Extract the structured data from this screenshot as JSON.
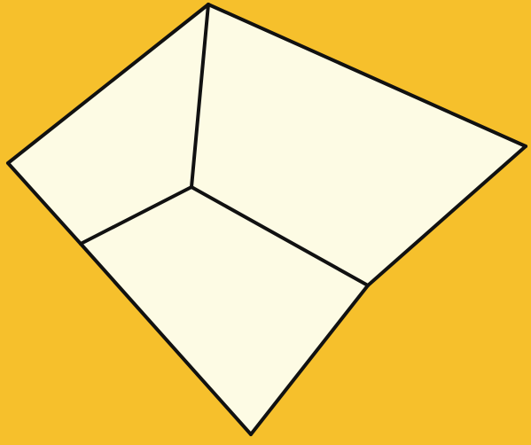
{
  "colors": {
    "background": "#f6c02c",
    "face_fill": "#fdfbe4",
    "edge_stroke": "#111111"
  },
  "figure": {
    "faces": [
      "left-wall-face",
      "back-wall-face",
      "floor-face"
    ],
    "edges": [
      "outer-edge-top-left",
      "outer-edge-top-right",
      "outer-edge-right",
      "outer-edge-bottom-right",
      "outer-edge-bottom-left",
      "outer-edge-left",
      "inner-edge-vertical",
      "inner-edge-left-floor",
      "inner-edge-right-floor"
    ]
  }
}
